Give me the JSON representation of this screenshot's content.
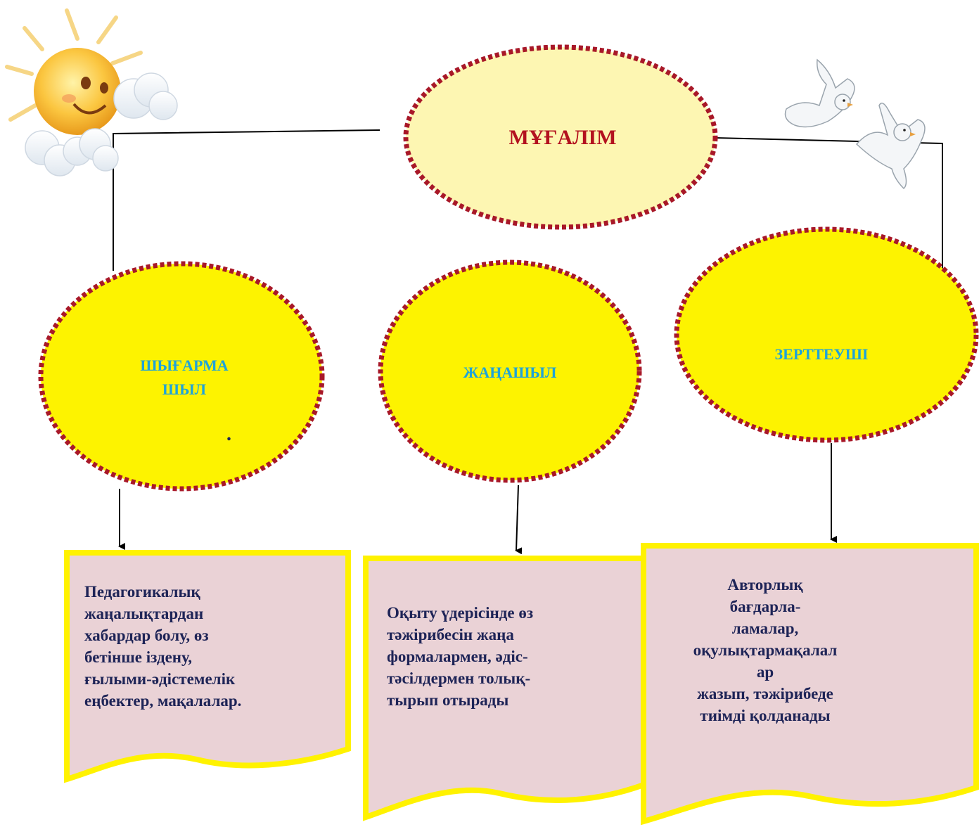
{
  "title": "МҰҒАЛІМ",
  "roles": [
    {
      "label_lines": [
        "ШЫҒАРМА",
        "ШЫЛ"
      ],
      "dot": "."
    },
    {
      "label_lines": [
        "ЖАҢАШЫЛ"
      ]
    },
    {
      "label_lines": [
        "ЗЕРТТЕУШІ"
      ]
    }
  ],
  "descriptions": [
    "Педагогикалық\nжаңалықтардан\nхабардар болу, өз\nбетінше іздену,\nғылыми-әдістемелік\nеңбектер, мақалалар.",
    "Оқыту үдерісінде өз\nтәжірибесін жаңа\nформалармен, әдіс-\nтәсілдермен толық-\nтырып отырады",
    "Авторлық\nбағдарла-\nламалар,\nоқулықтармақалал\nар\nжазып, тәжірибеде\nтиімді қолданады"
  ],
  "decorations": {
    "top_left": "sun-with-clouds-icon",
    "top_right": "doves-icon"
  },
  "colors": {
    "title_text": "#b3121f",
    "role_text": "#1fa3d9",
    "ellipse_border": "#a81828",
    "title_fill": "#fdf6b2",
    "role_fill": "#fdf300",
    "box_fill": "#ead2d6",
    "box_border": "#fff200",
    "box_text": "#1e2457"
  }
}
